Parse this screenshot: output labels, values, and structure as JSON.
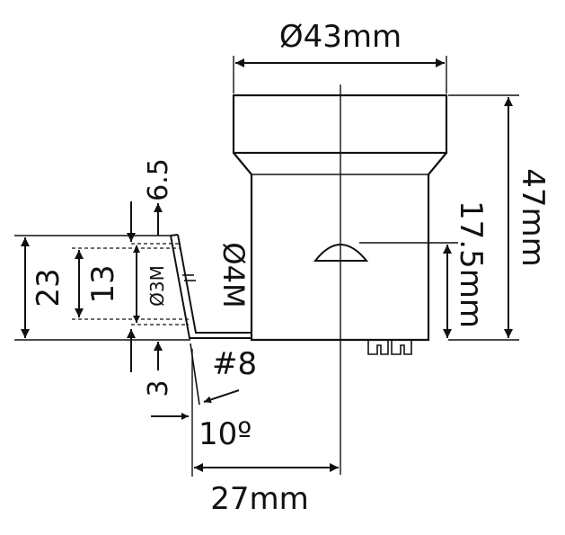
{
  "drawing": {
    "dim_top_diameter": "Ø43mm",
    "dim_total_height": "47mm",
    "dim_middle_height": "17.5mm",
    "dim_bottom_width": "27mm",
    "dim_plate_top_offset": "6.5",
    "dim_plate_bottom_offset": "3",
    "dim_outer_span": "23",
    "dim_inner_span": "13",
    "label_hole_m3": "Ø3M",
    "label_hole_m4": "Ø4M",
    "label_screw": "#8",
    "label_angle": "10º"
  },
  "colors": {
    "line": "#111111",
    "background": "#ffffff"
  }
}
